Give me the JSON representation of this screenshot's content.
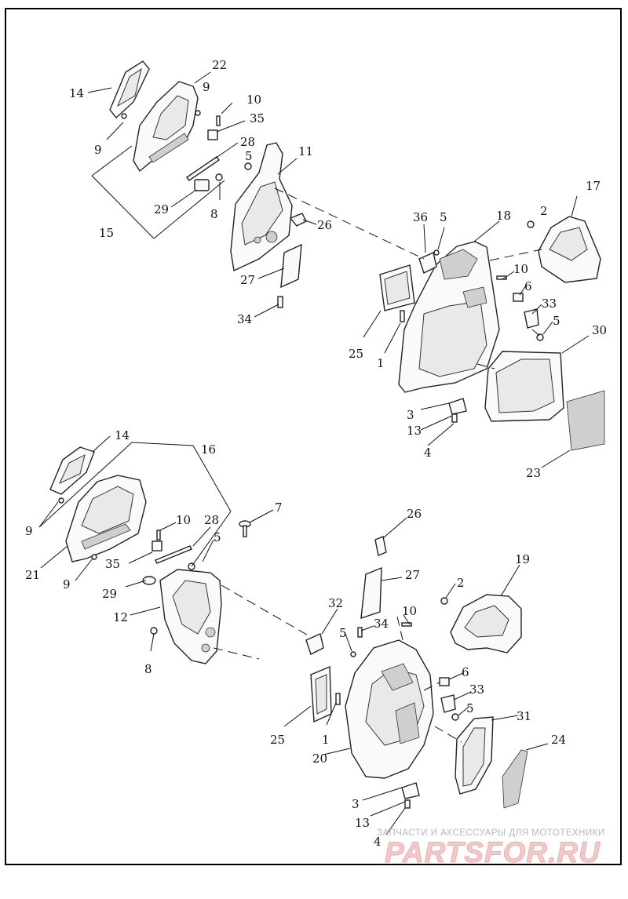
{
  "diagram": {
    "upper_labels": [
      "14",
      "22",
      "9",
      "10",
      "35",
      "9",
      "28",
      "5",
      "11",
      "29",
      "8",
      "15",
      "26",
      "27",
      "34",
      "36",
      "5",
      "18",
      "2",
      "17",
      "10",
      "6",
      "25",
      "33",
      "5",
      "1",
      "30",
      "3",
      "13",
      "4",
      "23"
    ],
    "lower_labels": [
      "14",
      "16",
      "9",
      "10",
      "28",
      "7",
      "21",
      "5",
      "35",
      "9",
      "29",
      "12",
      "26",
      "19",
      "27",
      "2",
      "32",
      "10",
      "8",
      "5",
      "34",
      "6",
      "33",
      "5",
      "25",
      "1",
      "31",
      "20",
      "24",
      "3",
      "13",
      "4"
    ]
  },
  "watermark": {
    "tagline": "ЗАПЧАСТИ И АКСЕССУАРЫ ДЛЯ МОТОТЕХНИКИ",
    "logo": "PARTSFOR.RU"
  }
}
